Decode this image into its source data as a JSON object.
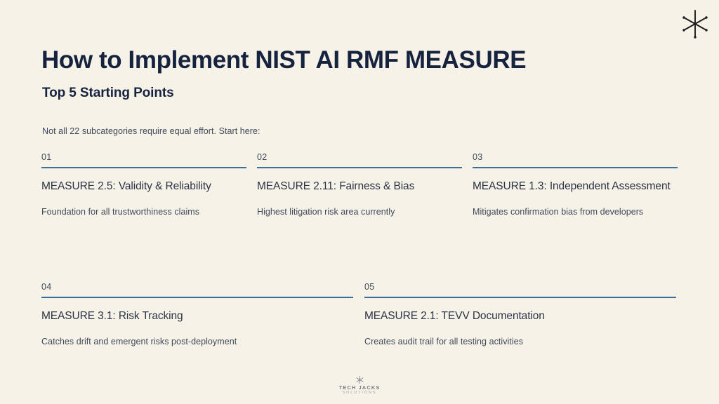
{
  "theme": {
    "background": "#f7f2e7",
    "heading_color": "#16233f",
    "body_color": "#3f4a5a",
    "rule_color": "#3b6e9e"
  },
  "header": {
    "title": "How to Implement NIST AI RMF MEASURE",
    "subtitle": "Top 5 Starting Points",
    "intro": "Not all 22 subcategories require equal effort. Start here:"
  },
  "cards": [
    {
      "number": "01",
      "title": "MEASURE 2.5: Validity & Reliability",
      "description": "Foundation for all trustworthiness claims"
    },
    {
      "number": "02",
      "title": "MEASURE 2.11: Fairness & Bias",
      "description": "Highest litigation risk area currently"
    },
    {
      "number": "03",
      "title": "MEASURE 1.3: Independent Assessment",
      "description": "Mitigates confirmation bias from developers"
    },
    {
      "number": "04",
      "title": "MEASURE 3.1: Risk Tracking",
      "description": "Catches drift and emergent risks post-deployment"
    },
    {
      "number": "05",
      "title": "MEASURE 2.1: TEVV Documentation",
      "description": "Creates audit trail for all testing activities"
    }
  ],
  "footer": {
    "brand": "TECH JACKS",
    "tagline": "SOLUTIONS",
    "icon": "star-burst-icon"
  },
  "decor": {
    "corner_icon": "star-burst-icon"
  }
}
